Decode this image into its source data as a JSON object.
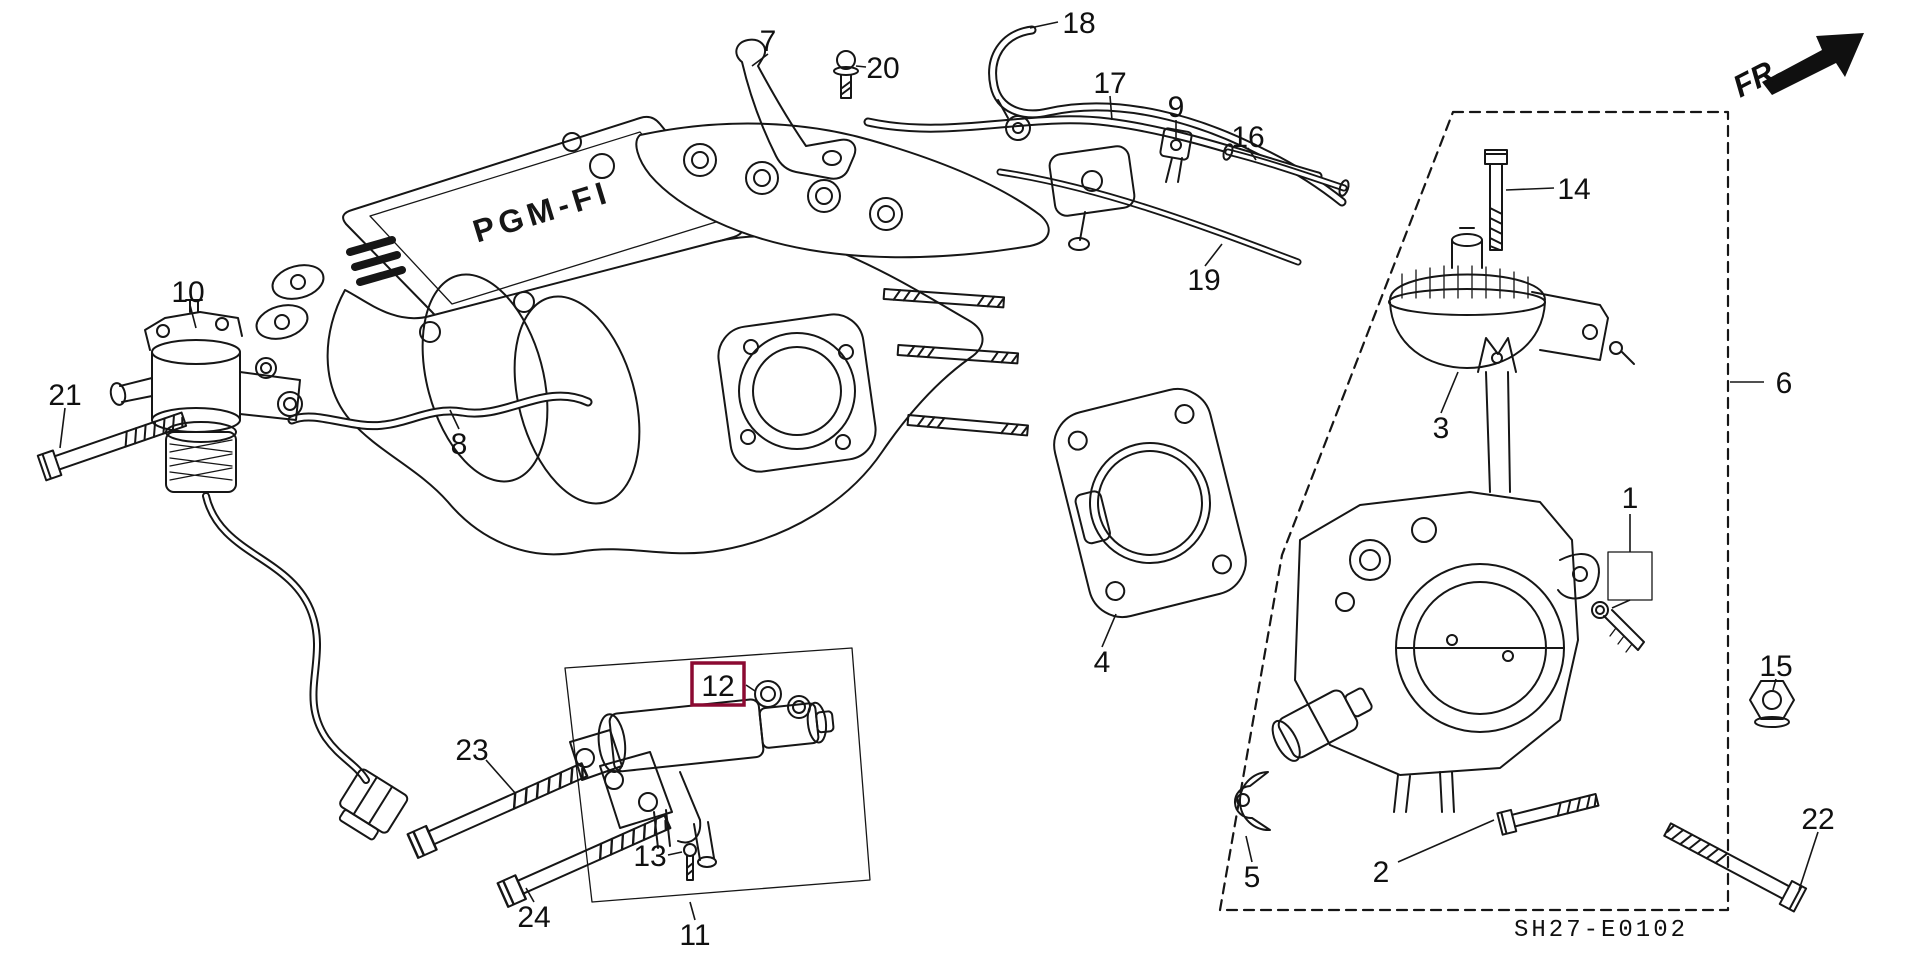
{
  "diagram": {
    "fr_label": "FR.",
    "code": "SH27-E0102",
    "cover_text": "PGM-FI",
    "highlight_color": "#8b0a32",
    "labels": {
      "p1": {
        "text": "1"
      },
      "p2": {
        "text": "2"
      },
      "p3": {
        "text": "3"
      },
      "p4": {
        "text": "4"
      },
      "p5": {
        "text": "5"
      },
      "p6": {
        "text": "6"
      },
      "p7": {
        "text": "7"
      },
      "p8": {
        "text": "8"
      },
      "p9": {
        "text": "9"
      },
      "p10": {
        "text": "10"
      },
      "p11": {
        "text": "11"
      },
      "p12": {
        "text": "12"
      },
      "p13": {
        "text": "13"
      },
      "p14": {
        "text": "14"
      },
      "p15": {
        "text": "15"
      },
      "p16": {
        "text": "16"
      },
      "p17": {
        "text": "17"
      },
      "p18": {
        "text": "18"
      },
      "p19": {
        "text": "19"
      },
      "p20": {
        "text": "20"
      },
      "p21": {
        "text": "21"
      },
      "p22": {
        "text": "22"
      },
      "p23": {
        "text": "23"
      },
      "p24": {
        "text": "24"
      }
    }
  }
}
